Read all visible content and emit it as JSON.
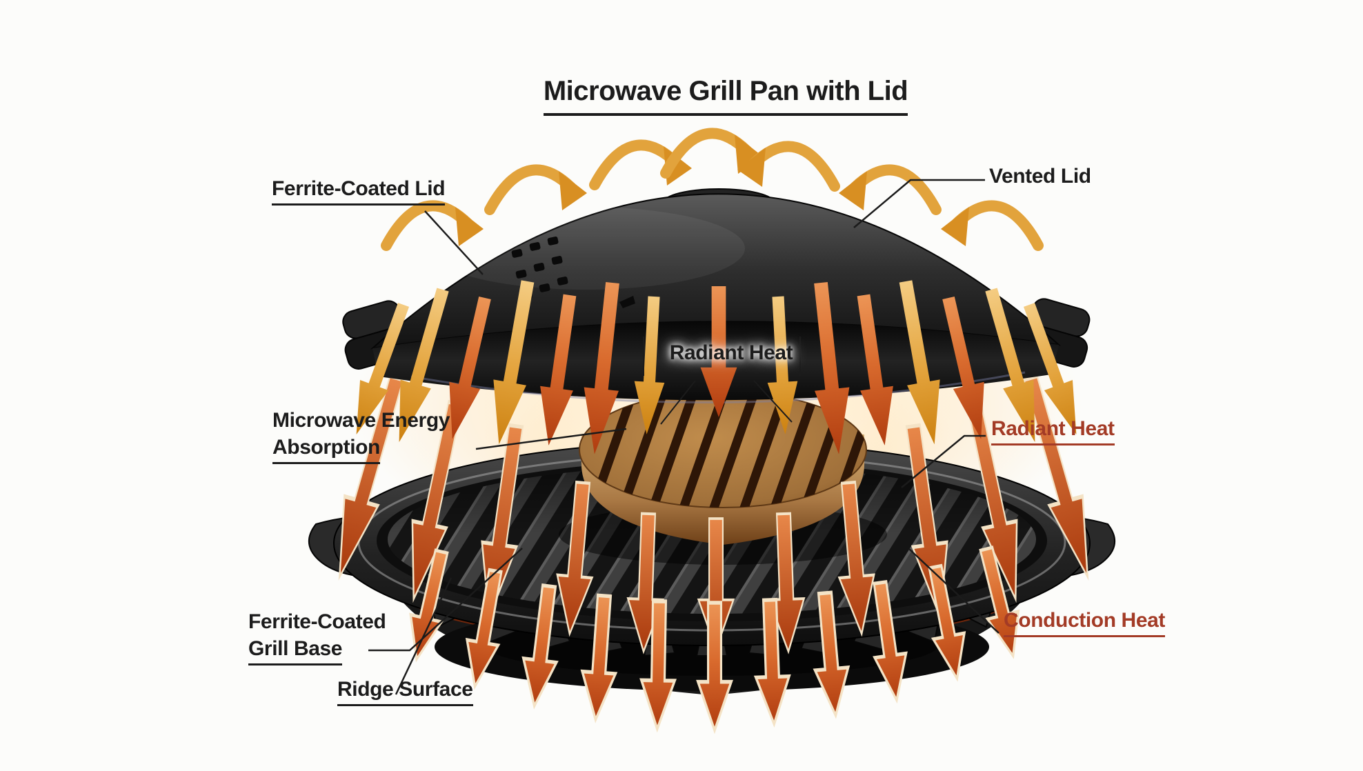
{
  "title": {
    "text": "Microwave Grill Pan with Lid"
  },
  "labels": {
    "ferrite_lid": "Ferrite-Coated Lid",
    "vented_lid": "Vented Lid",
    "radiant_center": "Radiant Heat",
    "microwave_energy_line1": "Microwave Energy",
    "microwave_energy_line2": "Absorption",
    "radiant_right": "Radiant Heat",
    "ferrite_base_line1": "Ferrite-Coated",
    "ferrite_base_line2": "Grill Base",
    "conduction": "Conduction Heat",
    "ridge": "Ridge Surface"
  },
  "colors": {
    "label_ink": "#1c1c1c",
    "label_red": "#a33b26",
    "arrow_gold": "#e0a23e",
    "arrow_red_orange": "#c44e18",
    "glow_warm": "#ffe3b8",
    "cookware_black": "#1a1a1a",
    "base_ember": "#8a3110"
  },
  "icons": {
    "steam_flow": "arc-arrow-down",
    "radiant_heat_flow": "arrow-down",
    "grill_heat_flow": "outlined-arrow-down",
    "conduction_flow": "outlined-arrow-down"
  }
}
